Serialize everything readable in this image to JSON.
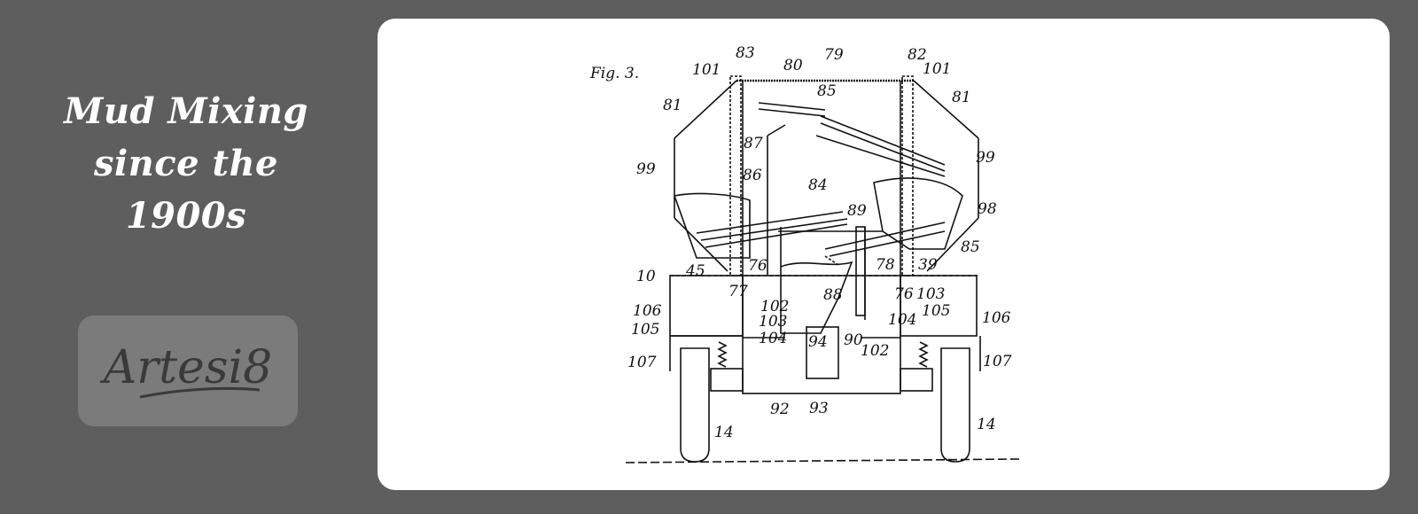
{
  "headline": {
    "line1": "Mud Mixing",
    "line2": "since the",
    "line3": "1900s"
  },
  "logo": {
    "text": "Artesi8"
  },
  "patent_drawing": {
    "figure_label": "Fig. 3.",
    "reference_numerals": [
      "83",
      "82",
      "101",
      "101",
      "80",
      "79",
      "81",
      "81",
      "85",
      "87",
      "99",
      "99",
      "86",
      "84",
      "98",
      "89",
      "85",
      "10",
      "45",
      "76",
      "78",
      "39",
      "77",
      "76",
      "88",
      "102",
      "103",
      "103",
      "106",
      "106",
      "105",
      "105",
      "104",
      "104",
      "94",
      "90",
      "102",
      "107",
      "107",
      "92",
      "93",
      "14",
      "14"
    ]
  }
}
